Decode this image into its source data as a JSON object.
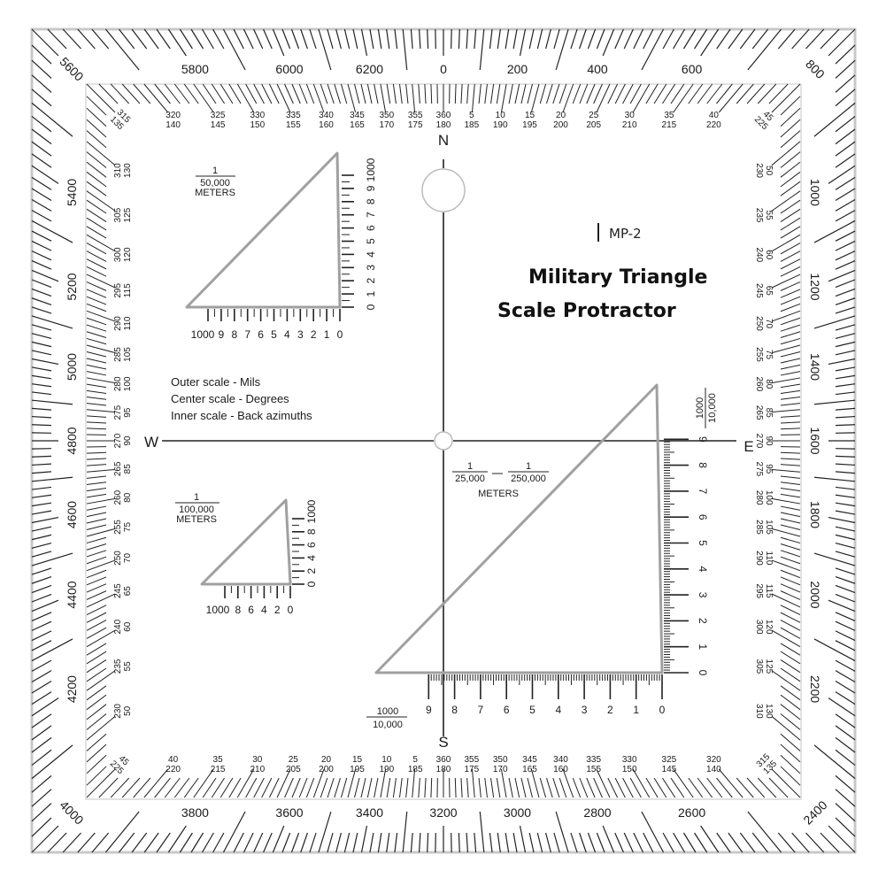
{
  "product": {
    "model": "MP-2",
    "title_line1": "Military Triangle",
    "title_line2": "Scale Protractor"
  },
  "legend": {
    "line1": "Outer  scale - Mils",
    "line2": "Center scale - Degrees",
    "line3": "Inner scale - Back azimuths"
  },
  "compass": {
    "north": "N",
    "south": "S",
    "east": "E",
    "west": "W"
  },
  "mil_scale": {
    "units_per_circle": 6400,
    "labels": [
      "0",
      "200",
      "400",
      "600",
      "800",
      "1000",
      "1200",
      "1400",
      "1600",
      "1800",
      "2000",
      "2200",
      "2400",
      "2600",
      "2800",
      "3000",
      "3200",
      "3400",
      "3600",
      "3800",
      "4000",
      "4200",
      "4400",
      "4600",
      "4800",
      "5000",
      "5200",
      "5400",
      "5600",
      "5800",
      "6000",
      "6200"
    ]
  },
  "degree_scale": {
    "top": [
      [
        "315",
        "135"
      ],
      [
        "320",
        "140"
      ],
      [
        "325",
        "145"
      ],
      [
        "330",
        "150"
      ],
      [
        "335",
        "155"
      ],
      [
        "340",
        "160"
      ],
      [
        "345",
        "165"
      ],
      [
        "350",
        "170"
      ],
      [
        "355",
        "175"
      ],
      [
        "360",
        "180"
      ],
      [
        "5",
        "185"
      ],
      [
        "10",
        "190"
      ],
      [
        "15",
        "195"
      ],
      [
        "20",
        "200"
      ],
      [
        "25",
        "205"
      ],
      [
        "30",
        "210"
      ],
      [
        "35",
        "215"
      ],
      [
        "40",
        "220"
      ],
      [
        "45",
        "225"
      ]
    ],
    "right": [
      [
        "50",
        "230"
      ],
      [
        "55",
        "235"
      ],
      [
        "60",
        "240"
      ],
      [
        "65",
        "245"
      ],
      [
        "70",
        "250"
      ],
      [
        "75",
        "255"
      ],
      [
        "80",
        "260"
      ],
      [
        "85",
        "265"
      ],
      [
        "90",
        "270"
      ],
      [
        "95",
        "275"
      ],
      [
        "100",
        "280"
      ],
      [
        "105",
        "285"
      ],
      [
        "110",
        "290"
      ],
      [
        "115",
        "295"
      ],
      [
        "120",
        "300"
      ],
      [
        "125",
        "305"
      ],
      [
        "130",
        "310"
      ],
      [
        "315",
        "135"
      ]
    ],
    "bottom": [
      [
        "45",
        "225"
      ],
      [
        "40",
        "220"
      ],
      [
        "35",
        "215"
      ],
      [
        "30",
        "210"
      ],
      [
        "25",
        "205"
      ],
      [
        "20",
        "200"
      ],
      [
        "15",
        "195"
      ],
      [
        "10",
        "190"
      ],
      [
        "5",
        "185"
      ],
      [
        "360",
        "180"
      ],
      [
        "355",
        "175"
      ],
      [
        "350",
        "170"
      ],
      [
        "345",
        "165"
      ],
      [
        "340",
        "160"
      ],
      [
        "335",
        "155"
      ],
      [
        "330",
        "150"
      ],
      [
        "325",
        "145"
      ],
      [
        "320",
        "140"
      ]
    ],
    "left": [
      [
        "310",
        "130"
      ],
      [
        "305",
        "125"
      ],
      [
        "300",
        "120"
      ],
      [
        "295",
        "115"
      ],
      [
        "290",
        "110"
      ],
      [
        "285",
        "105"
      ],
      [
        "280",
        "100"
      ],
      [
        "275",
        "95"
      ],
      [
        "270",
        "90"
      ],
      [
        "265",
        "85"
      ],
      [
        "260",
        "80"
      ],
      [
        "255",
        "75"
      ],
      [
        "250",
        "70"
      ],
      [
        "245",
        "65"
      ],
      [
        "240",
        "60"
      ],
      [
        "235",
        "55"
      ],
      [
        "230",
        "50"
      ]
    ]
  },
  "scale_50k": {
    "numerator": "1",
    "denominator": "50,000",
    "unit": "METERS",
    "right_labels": [
      "0",
      "1",
      "2",
      "3",
      "4",
      "5",
      "6",
      "7",
      "8",
      "9",
      "1000"
    ],
    "bottom_labels": [
      "1000",
      "9",
      "8",
      "7",
      "6",
      "5",
      "4",
      "3",
      "2",
      "1",
      "0"
    ]
  },
  "scale_100k": {
    "numerator": "1",
    "denominator": "100,000",
    "unit": "METERS",
    "right_labels": [
      "0",
      "2",
      "4",
      "6",
      "8",
      "1000"
    ],
    "bottom_labels": [
      "1000",
      "8",
      "6",
      "4",
      "2",
      "0"
    ]
  },
  "scale_25k_250k": {
    "left_numerator": "1",
    "left_denominator": "25,000",
    "right_numerator": "1",
    "right_denominator": "250,000",
    "unit": "METERS",
    "end_numerator": "1000",
    "end_denominator": "10,000",
    "right_labels": [
      "0",
      "1",
      "2",
      "3",
      "4",
      "5",
      "6",
      "7",
      "8",
      "9"
    ],
    "bottom_labels": [
      "9",
      "8",
      "7",
      "6",
      "5",
      "4",
      "3",
      "2",
      "1",
      "0"
    ]
  },
  "colors": {
    "ink": "#1a1a1a",
    "plastic_edge": "#c8c8c8",
    "triangle_edge": "#a0a0a0"
  }
}
